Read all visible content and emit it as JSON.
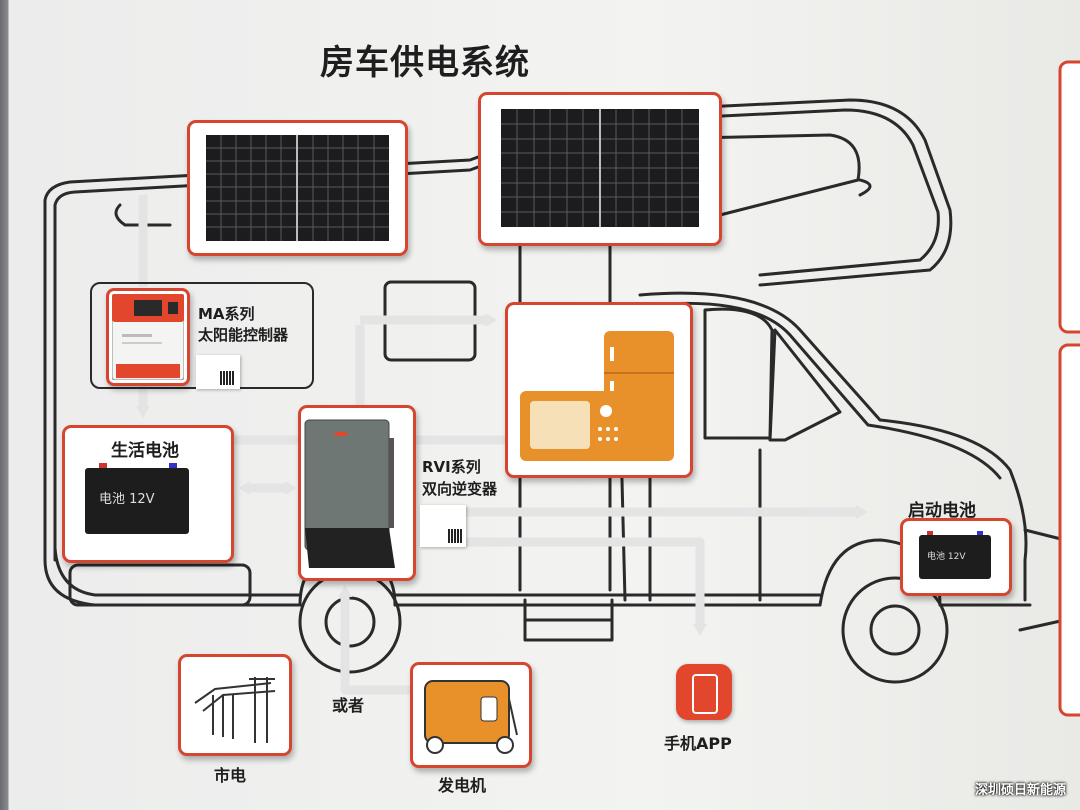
{
  "title": "房车供电系统",
  "components": {
    "controller": {
      "line1": "MA系列",
      "line2": "太阳能控制器"
    },
    "house_battery": {
      "label": "生活电池",
      "face_text": "电池 12V"
    },
    "inverter": {
      "line1": "RVI系列",
      "line2": "双向逆变器"
    },
    "start_battery": {
      "label": "启动电池",
      "face_text": "电池 12V"
    },
    "grid": {
      "label": "市电"
    },
    "or_label": "或者",
    "generator": {
      "label": "发电机"
    },
    "phone": {
      "label": "手机APP"
    }
  },
  "watermark": "深圳硕日新能源",
  "colors": {
    "accent": "#d6452f",
    "arrow": "#e8e8e8",
    "appliance": "#e8902a",
    "line": "#2a2a2a"
  },
  "icons": [
    "solar-panel-icon",
    "solar-controller-icon",
    "battery-icon",
    "inverter-icon",
    "appliance-icon",
    "power-pole-icon",
    "generator-icon",
    "phone-icon"
  ]
}
